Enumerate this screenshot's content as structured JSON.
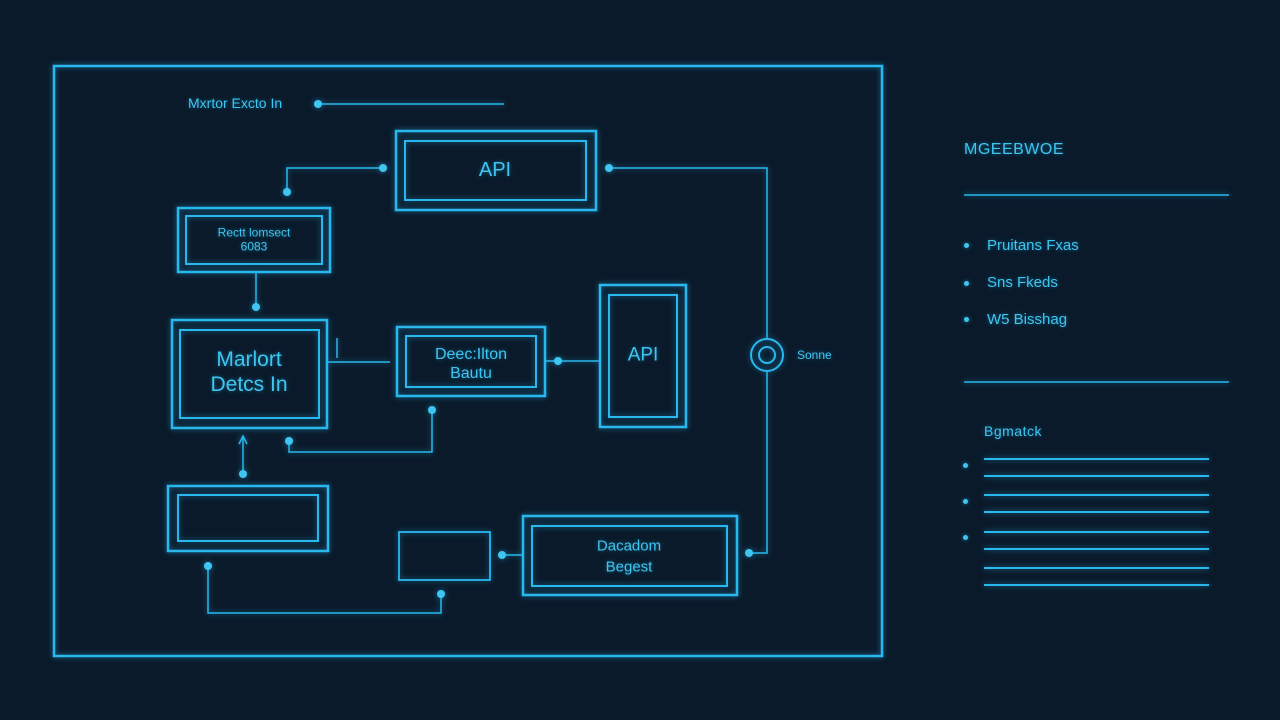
{
  "colors": {
    "background": "#0a1a2a",
    "accent": "#29b8ee"
  },
  "diagram": {
    "header_label": "Mxrtor Excto In",
    "nodes": {
      "api_top": "API",
      "small_box_line1": "Rectt lomsect",
      "small_box_line2": "6083",
      "market_line1": "Marlort",
      "market_line2": "Detcs In",
      "decision_line1": "Deec:Ilton",
      "decision_line2": "Bautu",
      "api_right": "API",
      "bottom_right_line1": "Dacadom",
      "bottom_right_line2": "Begest"
    },
    "circle_label": "Sonne"
  },
  "sidebar": {
    "title": "MGEEBWOE",
    "items": [
      "Pruitans Fxas",
      "Sns Fkeds",
      "W5 Bisshag"
    ],
    "section2_title": "Bgmatck"
  }
}
